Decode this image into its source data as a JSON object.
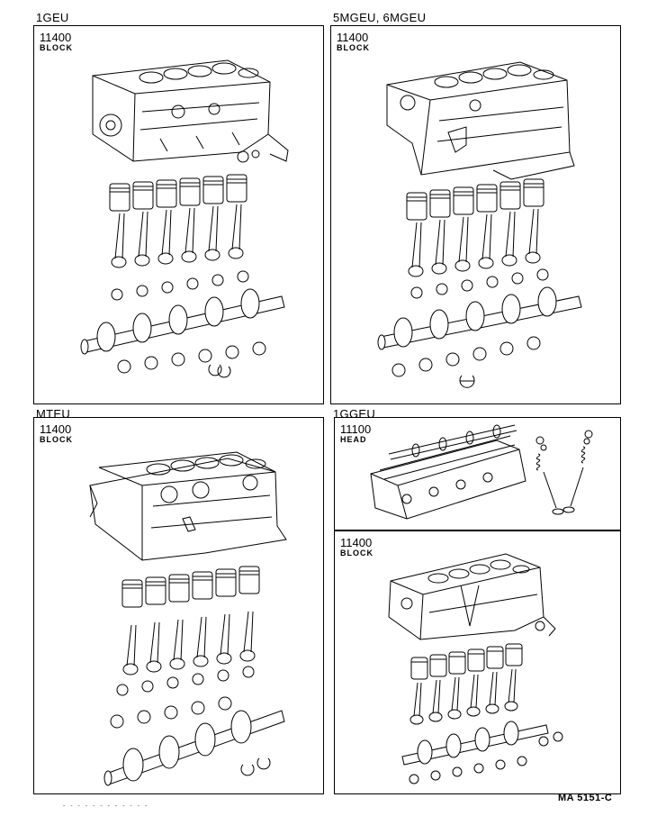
{
  "sections": [
    {
      "id": "1geu",
      "label": "1GEU",
      "part_number": "11400",
      "part_name": "BLOCK"
    },
    {
      "id": "5mgeu",
      "label": "5MGEU, 6MGEU",
      "part_number": "11400",
      "part_name": "BLOCK"
    },
    {
      "id": "mteu",
      "label": "MTEU",
      "part_number": "11400",
      "part_name": "BLOCK"
    },
    {
      "id": "1ggeu-head",
      "label": "1GGEU",
      "part_number": "11100",
      "part_name": "HEAD"
    },
    {
      "id": "1ggeu-block",
      "label": "",
      "part_number": "11400",
      "part_name": "BLOCK"
    }
  ],
  "diagram_ref": "MA 5151-C",
  "footer_stray_text": "- - - - - - - - - - - -"
}
